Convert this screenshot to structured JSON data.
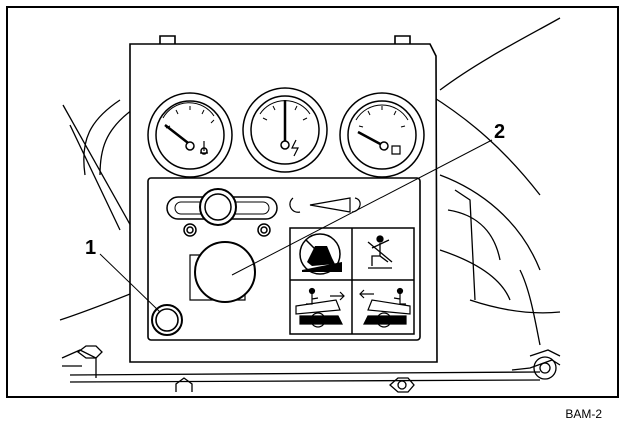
{
  "figure": {
    "callouts": [
      {
        "label": "1",
        "target": "hour-meter-or-indicator"
      },
      {
        "label": "2",
        "target": "control-knob"
      }
    ],
    "code": "BAM-2"
  },
  "colors": {
    "ink": "#000000",
    "paper": "#ffffff"
  }
}
